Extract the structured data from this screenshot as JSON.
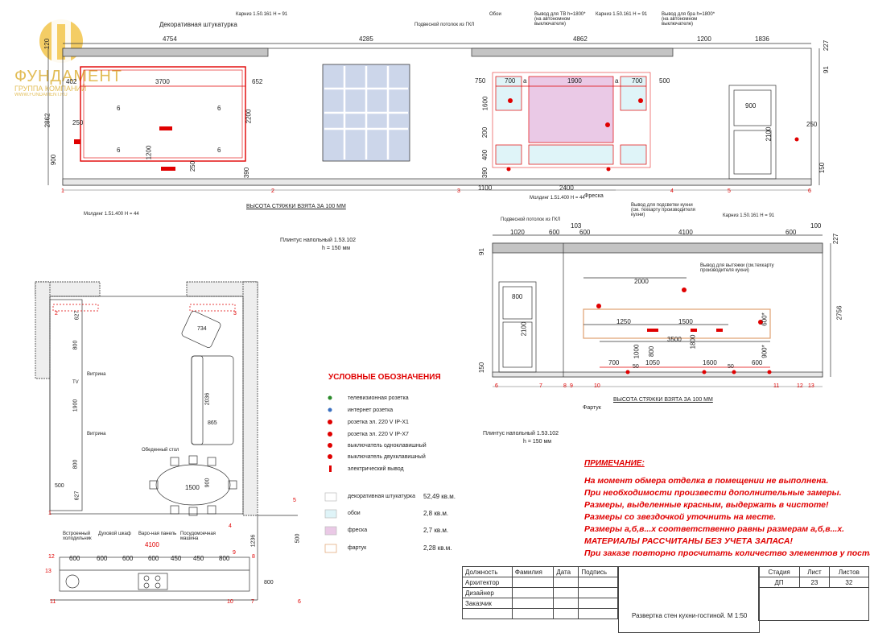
{
  "logo": {
    "name": "ФУНДАМЕНТ",
    "sub": "ГРУППА КОМПАНИЙ",
    "url": "WWW.FUNDAMENT.RU"
  },
  "elev1": {
    "top_dims": [
      "4754",
      "4285",
      "4862",
      "1200",
      "1836"
    ],
    "left_dims": [
      "120",
      "402",
      "2862",
      "250",
      "900"
    ],
    "right_dims": [
      "227",
      "91",
      "250",
      "150"
    ],
    "labels": {
      "plaster": "Декоративная штукатурка",
      "cornice1": "Карниз 1.50.161  H = 91",
      "gkl": "Подвесной потолок из ГКЛ",
      "wallpaper": "Обои",
      "tv_out": "Вывод для ТВ h=1800* (на автономном выключателе)",
      "cornice2": "Карниз 1.50.161  H = 91",
      "tv_out2": "Вывод для бра h=1800* (на автономном выключателе)",
      "molding1": "Молдинг 1.51.400  H = 44",
      "molding2": "Молдинг 1.51.400  H = 44",
      "fresco": "Фреска",
      "screed": "ВЫСОТА СТЯЖКИ ВЗЯТА ЗА 100 ММ",
      "plinth": "Плинтус напольный 1.53.102",
      "plinth_h": "h = 150 мм"
    },
    "inner": {
      "w3700": "3700",
      "d652": "652",
      "d2200": "2200",
      "d1200": "1200",
      "d390": "390",
      "d250": "250",
      "six": "6",
      "d750": "750",
      "d700a": "700",
      "d1900": "1900",
      "d700b": "700",
      "d500": "500",
      "d1600": "1600",
      "d200": "200",
      "d400": "400",
      "d390b": "390",
      "d1100": "1100",
      "d2400": "2400",
      "d900": "900",
      "d2100": "2100",
      "a": "а"
    },
    "axes": [
      "1",
      "2",
      "3",
      "4",
      "5",
      "6"
    ]
  },
  "elev2": {
    "labels": {
      "gkl": "Подвесной потолок из ГКЛ",
      "hood": "Вывод для подсветки кухни (см. техкарту производителя кухни)",
      "cornice": "Карниз 1.50.161  H = 91",
      "hood2": "Вывод для вытяжки (см.техкарту производителя кухни)",
      "screed": "ВЫСОТА СТЯЖКИ ВЗЯТА ЗА 100 ММ",
      "apron": "Фартук",
      "plinth": "Плинтус напольный 1.53.102",
      "plinth_h": "h = 150 мм"
    },
    "top_dims": [
      "1020",
      "600",
      "103",
      "600",
      "4100",
      "600",
      "100"
    ],
    "dims": {
      "d2000": "2000",
      "d1250": "1250",
      "d1500": "1500",
      "d3500": "3500",
      "d600s": "600*",
      "d900s": "900*",
      "d1800": "1800",
      "d700": "700",
      "d1050": "1050",
      "d1600": "1600",
      "d50a": "50",
      "d50b": "50",
      "d600": "600",
      "d1000": "1000",
      "d800": "800",
      "d2100": "2100",
      "d2756": "2756",
      "d227": "227",
      "d91": "91",
      "d150": "150"
    },
    "axes": [
      "6",
      "7",
      "8",
      "9",
      "10",
      "11",
      "12",
      "13"
    ]
  },
  "plan": {
    "dims": {
      "d627a": "627",
      "d800a": "800",
      "d1900": "1900",
      "d800b": "800",
      "d627b": "627",
      "d500": "500",
      "d1500": "1500",
      "d900": "900",
      "d2036": "2036",
      "d865": "865",
      "d734": "734",
      "d1236": "1236",
      "d800c": "800",
      "d500b": "500",
      "d4100": "4100"
    },
    "row": [
      "600",
      "600",
      "600",
      "600",
      "450",
      "450",
      "800"
    ],
    "labels": {
      "vitrina1": "Витрина",
      "tv": "TV",
      "vitrina2": "Витрина",
      "table": "Обеденный стол",
      "builtin": "Встроенный холодильник",
      "oven": "Духовой шкаф",
      "hob": "Варо-ная панель",
      "dish": "Посудомоечная машина"
    },
    "axes": [
      "1",
      "2",
      "3",
      "4",
      "5",
      "6",
      "7",
      "8",
      "9",
      "10",
      "11",
      "12",
      "13"
    ]
  },
  "legend": {
    "title": "УСЛОВНЫЕ ОБОЗНАЧЕНИЯ",
    "items": [
      {
        "label": "телевизионная розетка",
        "color": "#2a8a2a"
      },
      {
        "label": "интернет розетка",
        "color": "#3a6fc0"
      },
      {
        "label": "розетка эл. 220 V IP-X1",
        "color": "#d00000"
      },
      {
        "label": "розетка эл. 220 V IP-X7",
        "color": "#d00000"
      },
      {
        "label": "выключатель одноклавишный",
        "color": "#d00000"
      },
      {
        "label": "выключатель двухклавишный",
        "color": "#d00000"
      },
      {
        "label": "электрический вывод",
        "color": "#d00000"
      }
    ],
    "areas": [
      {
        "label": "декоративная штукатурка",
        "value": "52,49 кв.м.",
        "color": "#ffffff",
        "border": "#bbbbbb"
      },
      {
        "label": "обои",
        "value": "2,8 кв.м.",
        "color": "#dff4f8",
        "border": "#bbbbbb"
      },
      {
        "label": "фреска",
        "value": "2,7 кв.м.",
        "color": "#eac9e6",
        "border": "#bbbbbb"
      },
      {
        "label": "фартук",
        "value": "2,28 кв.м.",
        "color": "#ffffff",
        "border": "#e0a070"
      }
    ]
  },
  "note": {
    "title": "ПРИМЕЧАНИЕ:",
    "lines": [
      "На момент обмера отделка в помещении не выполнена.",
      "При необходимости произвести дополнительные замеры.",
      "Размеры, выделенные красным, выдержать в чистоте!",
      "Размеры со звездочкой уточнить на месте.",
      "Размеры а,б,в...х соответственно равны размерам а,б,в...х.",
      "МАТЕРИАЛЫ РАССЧИТАНЫ БЕЗ УЧЕТА ЗАПАСА!",
      "При заказе повторно просчитать количество элементов у поставщика."
    ]
  },
  "stamp": {
    "headers": [
      "Должность",
      "Фамилия",
      "Дата",
      "Подпись"
    ],
    "roles": [
      "Архитектор",
      "Дизайнер",
      "Заказчик"
    ],
    "title": "Развертка стен кухни-гостиной. М 1:50",
    "stage_h": "Стадия",
    "sheet_h": "Лист",
    "sheets_h": "Листов",
    "stage": "ДП",
    "sheet": "23",
    "sheets": "32"
  },
  "colors": {
    "red": "#e00000",
    "wallpaper": "#dff4f8",
    "fresco": "#eac9e6",
    "logo": "#e8b430",
    "ceiling": "#bfbfbf"
  }
}
